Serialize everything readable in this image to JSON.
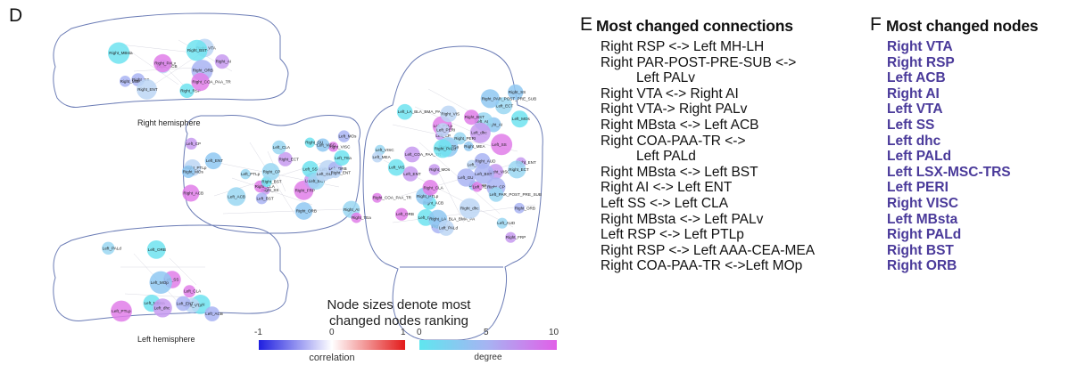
{
  "panels": {
    "d_letter": "D",
    "e_letter": "E",
    "f_letter": "F"
  },
  "panel_d": {
    "right_hemisphere_caption": "Right hemisphere",
    "left_hemisphere_caption": "Left hemisphere",
    "node_size_note_line1": "Node  sizes denote most",
    "node_size_note_line2": "changed nodes ranking",
    "correlation_scale": {
      "min": "-1",
      "mid": "0",
      "max": "1",
      "label": "correlation",
      "colors": [
        "#1f1fe0",
        "#ffffff",
        "#e31a1a"
      ]
    },
    "degree_scale": {
      "min": "0",
      "mid": "5",
      "max": "10",
      "label": "degree",
      "colors": [
        "#5fe6ef",
        "#a7b3f2",
        "#e15fe8"
      ]
    },
    "top_view_node_labels": [
      "Right_FRP",
      "Left_FRP",
      "Right_ORB",
      "Left_ORB",
      "Right_AI",
      "Left_AI",
      "Right_ACB",
      "Left_ACB",
      "Right_VISC",
      "Left_VISC",
      "Right_SS",
      "Left_SS",
      "Right_ENT",
      "Left_ENT",
      "Right_TEa",
      "Left_TEa",
      "Right_PTLp",
      "Left_PTLp",
      "Right_ECT",
      "Left_ECT",
      "Right_CLA",
      "Left_CLA",
      "Right_MOs",
      "Left_MOs",
      "Right_BST",
      "Left_BST",
      "Right_CP",
      "Left_CP",
      "Right_GU",
      "Left_GU",
      "Right_LA_BLA_BMA_PA",
      "Left_LA_BLA_BMA_PA",
      "Right_COA_PAA_TR",
      "Left_COA_PAA_TR",
      "Right_PAR_POST_PRE_SUB",
      "Left_PAR_POST_PRE_SUB",
      "Right_dhc",
      "Left_dhc",
      "Right_VIS",
      "Left_VIS",
      "Right_AUD",
      "Left_AUD",
      "Right_PERI",
      "Left_PERI",
      "Right_PALd",
      "Left_PALd",
      "Right_MEA",
      "Left_MEA"
    ],
    "right_hemisphere_node_labels": [
      "Right_RSP",
      "Right_SS",
      "Right_VTA",
      "Right_AI",
      "Right_ACB",
      "Right_MOs",
      "Right_PALv",
      "Right_BST",
      "Right_MBsta",
      "Right_ORB",
      "Right_COA_PAA_TR",
      "Right_ENT"
    ],
    "left_hemisphere_node_labels": [
      "Left_PTLp",
      "Left_SS",
      "Left_ORB",
      "Left_AI",
      "Left_VTA",
      "Left_ACB",
      "Left_MBsta",
      "Left_ENT",
      "Left_CLA",
      "Left_MOp",
      "Left_PALd",
      "Left_dhc"
    ]
  },
  "panel_e": {
    "title": "Most changed connections",
    "connections": [
      {
        "text": "Right RSP <-> Left MH-LH",
        "indent": false
      },
      {
        "text": "Right PAR-POST-PRE-SUB <->",
        "indent": false
      },
      {
        "text": "Left PALv",
        "indent": true
      },
      {
        "text": "Right VTA <-> Right AI",
        "indent": false
      },
      {
        "text": "Right VTA-> Right PALv",
        "indent": false
      },
      {
        "text": "Right MBsta <-> Left ACB",
        "indent": false
      },
      {
        "text": "Right COA-PAA-TR <->",
        "indent": false
      },
      {
        "text": "Left PALd",
        "indent": true
      },
      {
        "text": "Right MBsta <-> Left BST",
        "indent": false
      },
      {
        "text": "Right AI <-> Left ENT",
        "indent": false
      },
      {
        "text": "Left SS <-> Left CLA",
        "indent": false
      },
      {
        "text": "Right MBsta <-> Left PALv",
        "indent": false
      },
      {
        "text": "Left RSP <-> Left PTLp",
        "indent": false
      },
      {
        "text": "Right RSP <-> Left AAA-CEA-MEA",
        "indent": false
      },
      {
        "text": "Right COA-PAA-TR <->Left MOp",
        "indent": false
      }
    ]
  },
  "panel_f": {
    "title": "Most changed nodes",
    "nodes": [
      "Right VTA",
      "Right RSP",
      "Left ACB",
      "Right AI",
      "Left VTA",
      "Left SS",
      "Left dhc",
      "Left PALd",
      "Left LSX-MSC-TRS",
      "Left PERI",
      "Right VISC",
      "Left MBsta",
      "Right PALd",
      "Right BST",
      "Right ORB"
    ],
    "color": "#4a3a9a"
  }
}
